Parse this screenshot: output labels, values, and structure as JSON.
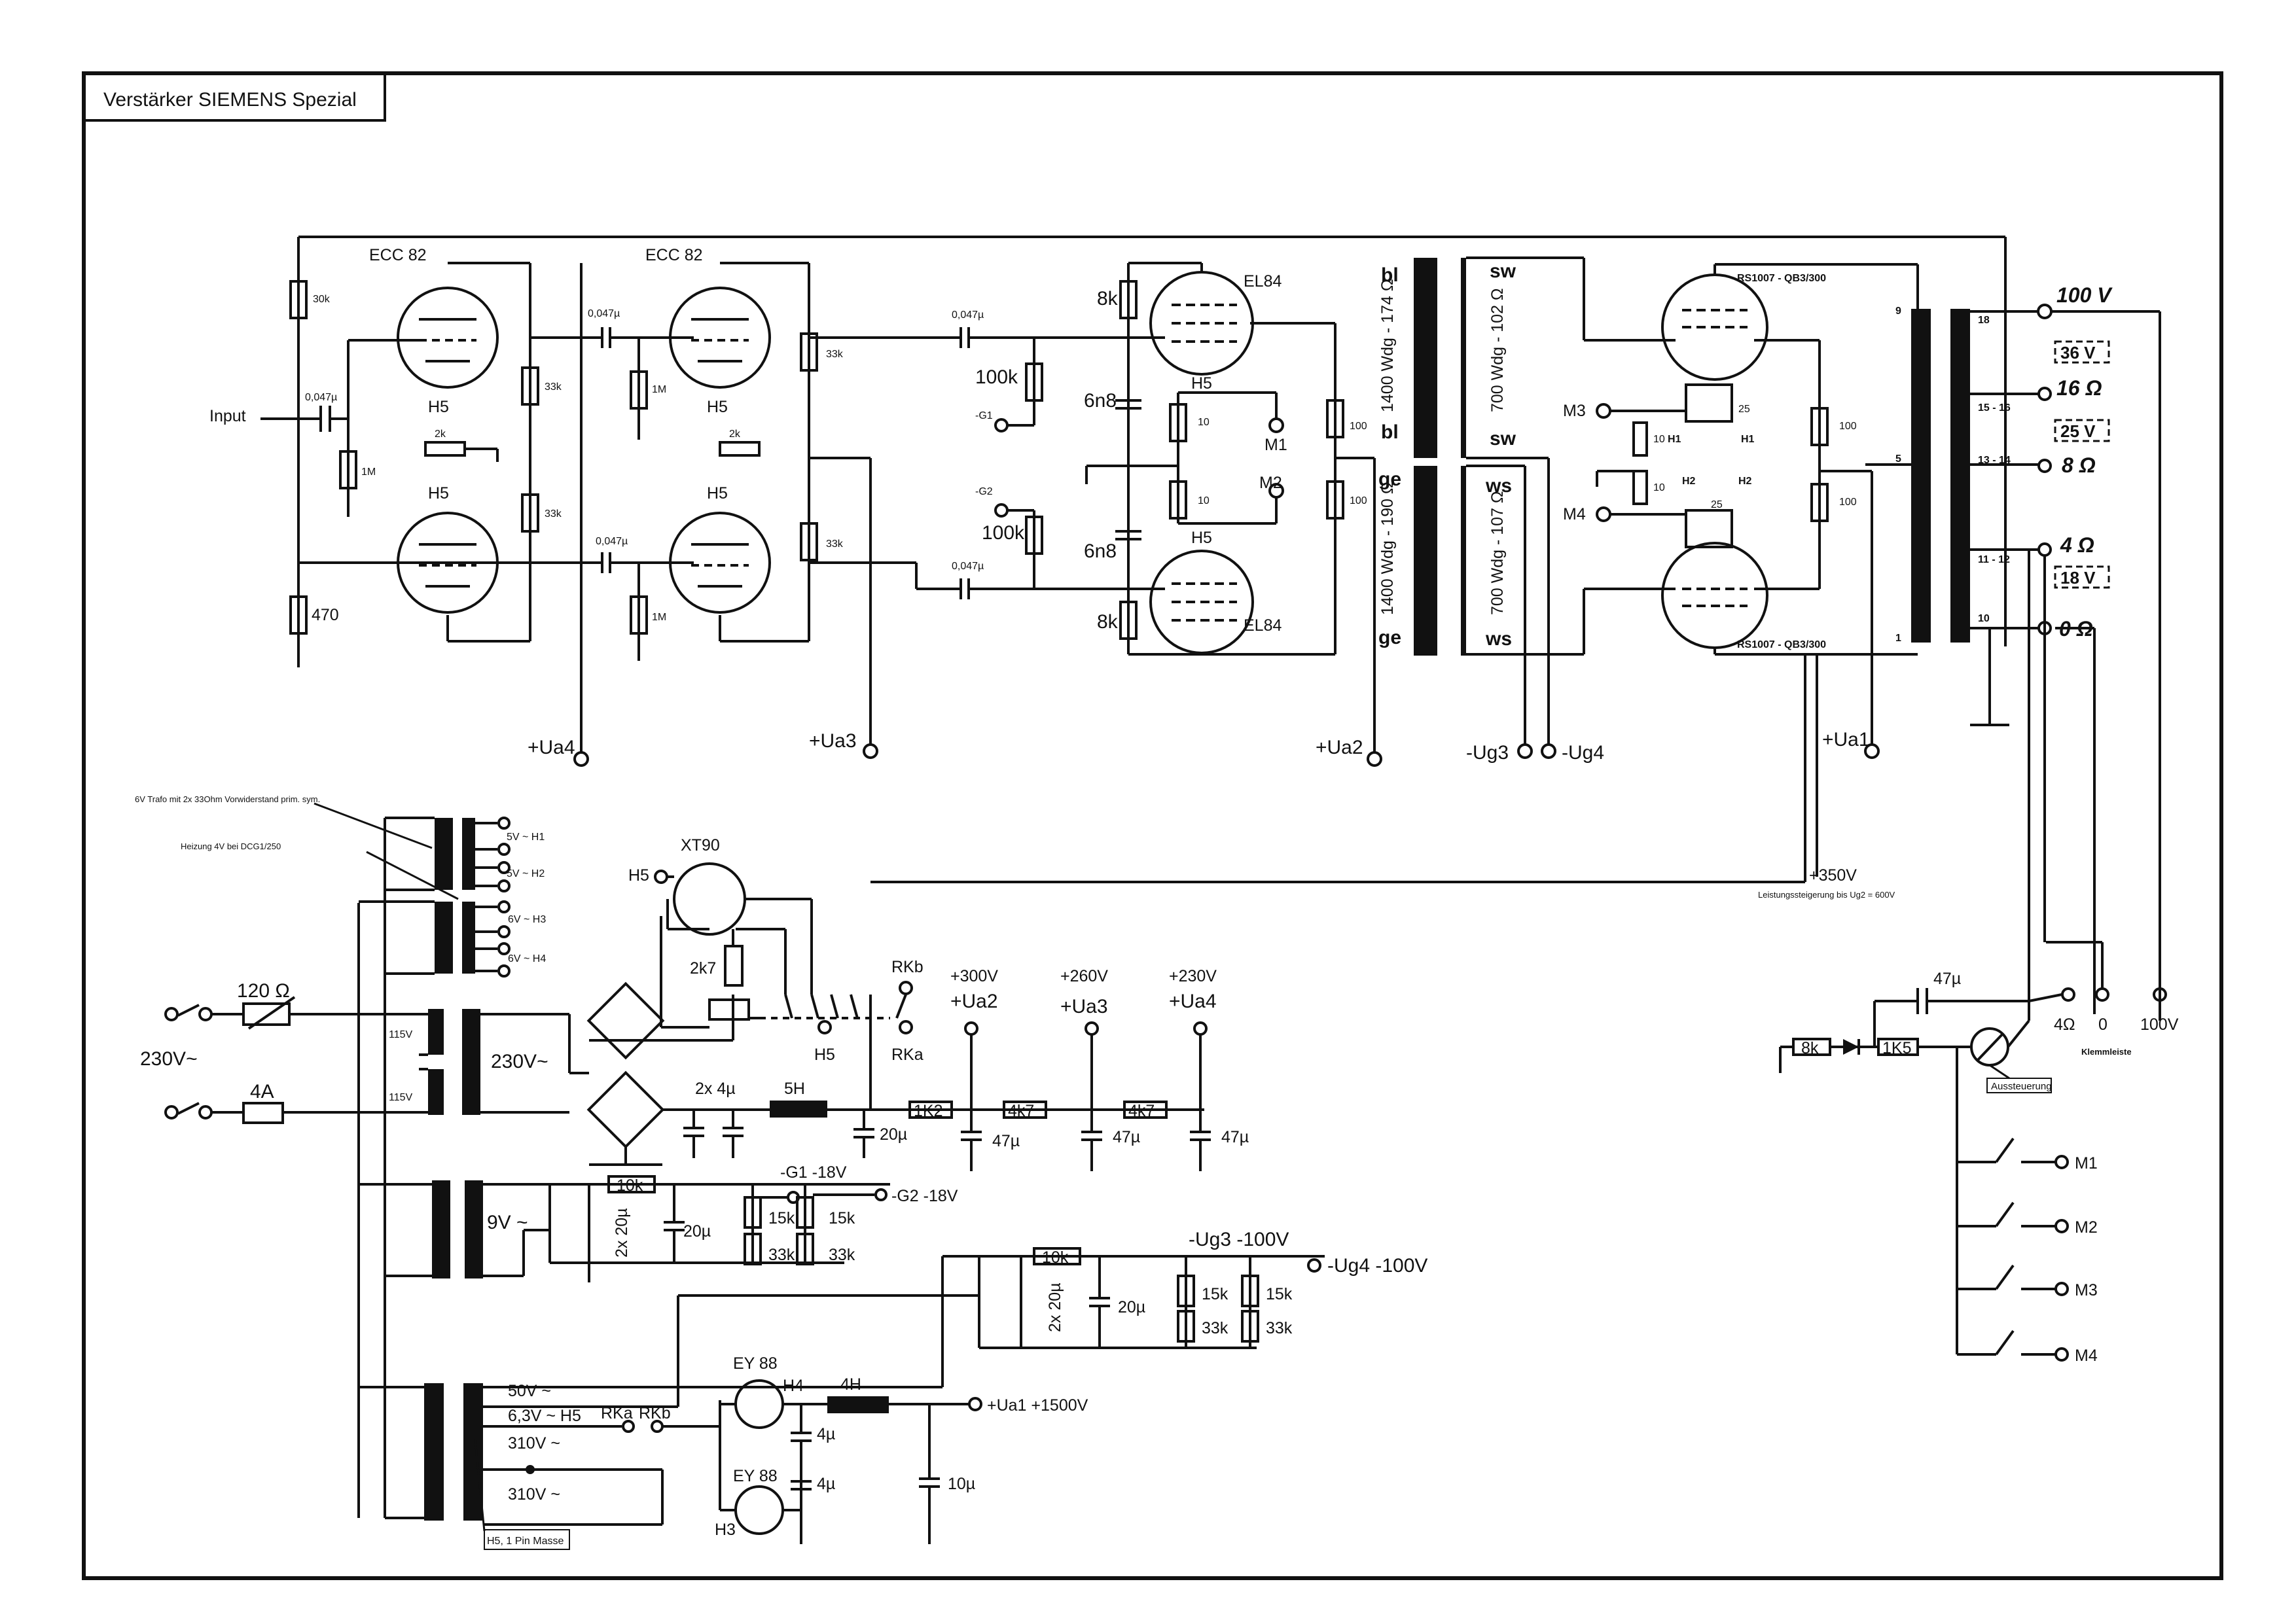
{
  "title": "Verstärker SIEMENS Spezial",
  "stage1": {
    "tube_top": "ECC 82",
    "heater_top": "H5",
    "heater_bottom": "H5",
    "r_top": "30k",
    "r_bottom": "470",
    "input": "Input",
    "cap_in": "0,047µ",
    "r_grid": "1M",
    "r_cath": "2k",
    "r_load1": "33k",
    "r_load2": "33k",
    "supply": "+Ua4"
  },
  "stage2": {
    "tube_top": "ECC 82",
    "heater_top": "H5",
    "heater_bottom": "H5",
    "cap1": "0,047µ",
    "cap2": "0,047µ",
    "r_grid": "1M",
    "r_grid2": "1M",
    "r_cath": "2k",
    "r_load1": "33k",
    "r_load2": "33k",
    "supply": "+Ua3"
  },
  "driver": {
    "cap1": "0,047µ",
    "cap2": "0,047µ",
    "r1": "100k",
    "r2": "100k",
    "g1": "-G1",
    "g2": "-G2",
    "r8k_top": "8k",
    "r8k_bottom": "8k",
    "c_top": "6n8",
    "c_bottom": "6n8",
    "tube_top": "EL84",
    "tube_bottom": "EL84",
    "h5_top": "H5",
    "h5_bottom": "H5",
    "r10_a": "10",
    "r10_b": "10",
    "m1": "M1",
    "m2": "M2",
    "r100_a": "100",
    "r100_b": "100",
    "supply": "+Ua2"
  },
  "driver_trafo": {
    "bl1": "bl",
    "bl2": "bl",
    "ge1": "ge",
    "ge2": "ge",
    "sw1": "sw",
    "sw2": "sw",
    "ws1": "ws",
    "ws2": "ws",
    "prim_top": "1400 Wdg - 174 Ω",
    "prim_bottom": "1400 Wdg - 190 Ω",
    "sec_top": "700 Wdg - 102 Ω",
    "sec_bottom": "700 Wdg - 107 Ω",
    "ug3": "-Ug3",
    "ug4": "-Ug4"
  },
  "output": {
    "tube_top": "RS1007 - QB3/300",
    "tube_bottom": "RS1007 - QB3/300",
    "m3": "M3",
    "m4": "M4",
    "r10_a": "10",
    "r10_b": "10",
    "h1a": "H1",
    "h1b": "H1",
    "h2a": "H2",
    "h2b": "H2",
    "pot_a": "25",
    "pot_b": "25",
    "r100_a": "100",
    "r100_b": "100",
    "supply": "+Ua1",
    "pin9": "9",
    "pin5": "5",
    "pin1": "1",
    "pin18": "18",
    "pin1516": "15 - 16",
    "pin1314": "13 - 14",
    "pin1112": "11 - 12",
    "pin10": "10",
    "out100v": "100 V",
    "box36": "36 V",
    "out16": "16 Ω",
    "box25": "25 V",
    "out8": "8 Ω",
    "out4": "4 Ω",
    "box18": "18 V",
    "out0": "0 Ω"
  },
  "power": {
    "note1": "6V Trafo mit 2x 33Ohm Vorwiderstand prim. sym.",
    "note2": "Heizung 4V bei DCG1/250",
    "h1": "5V ~ H1",
    "h2": "5V ~ H2",
    "h3": "6V ~ H3",
    "h4": "6V ~ H4",
    "r_ntc": "120 Ω",
    "mains": "230V~",
    "fuse": "4A",
    "p115a": "115V",
    "p115b": "115V",
    "sec230": "230V~",
    "xt90": "XT90",
    "h5": "H5",
    "r2k7": "2k7",
    "rkb": "RKb",
    "rka": "RKa",
    "h5b": "H5",
    "v350": "+350V",
    "v350_note": "Leistungssteigerung bis Ug2 = 600V",
    "c2x4": "2x 4µ",
    "choke5h": "5H",
    "c20": "20µ",
    "r1k2": "1K2",
    "r4k7a": "4k7",
    "r4k7b": "4k7",
    "v300": "+300V",
    "ua2": "+Ua2",
    "v260": "+260V",
    "ua3": "+Ua3",
    "v230": "+230V",
    "ua4": "+Ua4",
    "c47a": "47µ",
    "c47b": "47µ",
    "c47c": "47µ"
  },
  "bias1": {
    "sec": "9V ~",
    "r10k": "10k",
    "c2x20": "2x 20µ",
    "c20": "20µ",
    "g1": "-G1 -18V",
    "g2": "-G2  -18V",
    "p15a": "15k",
    "p15b": "15k",
    "r33a": "33k",
    "r33b": "33k"
  },
  "bias2": {
    "r10k": "10k",
    "c2x20": "2x 20µ",
    "c20": "20µ",
    "ug3": "-Ug3 -100V",
    "ug4": "-Ug4  -100V",
    "p15a": "15k",
    "p15b": "15k",
    "r33a": "33k",
    "r33b": "33k"
  },
  "hv": {
    "s50": "50V ~",
    "s63": "6,3V ~ H5",
    "s310a": "310V ~",
    "s310b": "310V ~",
    "rka": "RKa",
    "rkb": "RKb",
    "ey88a": "EY 88",
    "ey88b": "EY 88",
    "h4": "H4",
    "h3": "H3",
    "choke": "4H",
    "c4a": "4µ",
    "c4b": "4µ",
    "c10": "10µ",
    "ua1": "+Ua1  +1500V",
    "h5note": "H5, 1 Pin Masse"
  },
  "meter": {
    "c47": "47µ",
    "r8k": "8k",
    "r1k5": "1K5",
    "label": "Aussteuerung",
    "o4": "4Ω",
    "o0": "0",
    "o100": "100V",
    "strip": "Klemmleiste",
    "m1": "M1",
    "m2": "M2",
    "m3": "M3",
    "m4": "M4"
  }
}
